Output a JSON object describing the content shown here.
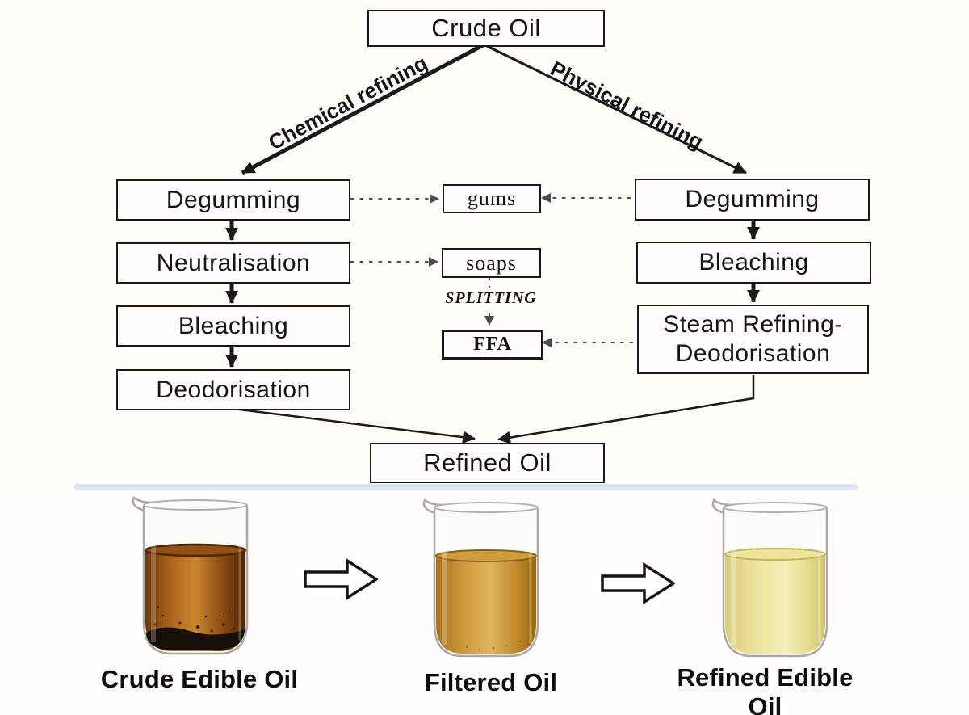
{
  "flowchart": {
    "source": "Crude Oil",
    "branch_left": "Chemical refining",
    "branch_right": "Physical refining",
    "chemical_steps": [
      "Degumming",
      "Neutralisation",
      "Bleaching",
      "Deodorisation"
    ],
    "physical_steps": [
      "Degumming",
      "Bleaching",
      "Steam Refining-Deodorisation"
    ],
    "byproducts": {
      "gums": "gums",
      "soaps": "soaps",
      "ffa": "FFA"
    },
    "splitting_label": "SPLITTING",
    "result": "Refined Oil"
  },
  "photo_strip": {
    "stages": [
      {
        "label": "Crude Edible Oil",
        "liquid_color": "#a05c14"
      },
      {
        "label": "Filtered Oil",
        "liquid_color": "#d9a848"
      },
      {
        "label": "Refined Edible Oil",
        "liquid_color": "#f0e8a6"
      }
    ]
  },
  "colors": {
    "line": "#1a1a1a",
    "dashed_line": "#4d4d4d",
    "divider": "#dce8f5"
  }
}
